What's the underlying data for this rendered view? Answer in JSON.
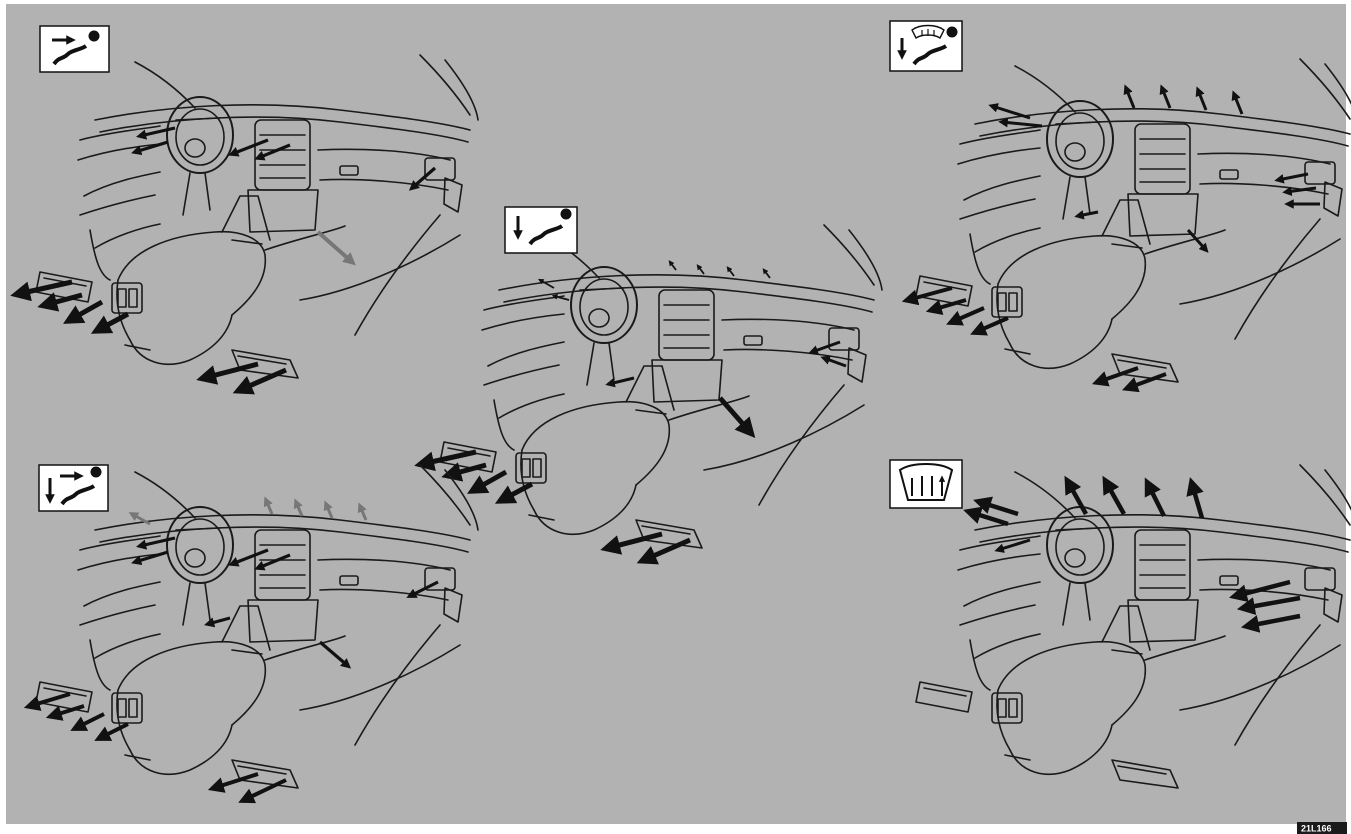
{
  "colors": {
    "background": "#b2b2b2",
    "line": "#1a1a1a",
    "arrow": "#111111",
    "icon_box": "#ffffff"
  },
  "panels": [
    {
      "id": "panel-face",
      "icon": "face-vent-mode-icon",
      "mode": "face"
    },
    {
      "id": "panel-feet",
      "icon": "feet-vent-mode-icon",
      "mode": "feet"
    },
    {
      "id": "panel-feet-defrost",
      "icon": "feet-defrost-mode-icon",
      "mode": "feet-defrost"
    },
    {
      "id": "panel-bilevel",
      "icon": "bilevel-vent-mode-icon",
      "mode": "bi-level"
    },
    {
      "id": "panel-defrost",
      "icon": "windshield-defrost-mode-icon",
      "mode": "defrost"
    }
  ],
  "figure_code": "21L166"
}
